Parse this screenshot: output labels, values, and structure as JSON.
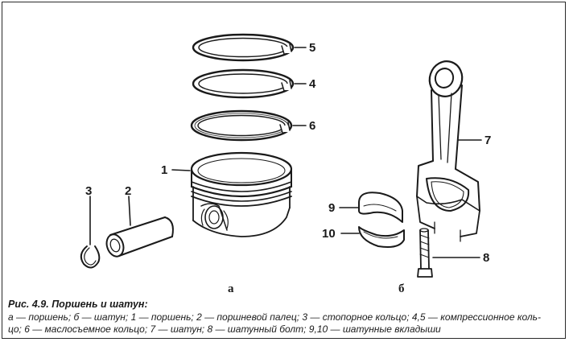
{
  "labels": {
    "ring_top": "5",
    "ring_mid": "4",
    "ring_oil": "6",
    "piston": "1",
    "snap_ring": "3",
    "pin": "2",
    "rod": "7",
    "bearing_top": "9",
    "bearing_bottom": "10",
    "bolt": "8",
    "sub_a": "а",
    "sub_b": "б"
  },
  "caption": {
    "title": "Рис. 4.9. Поршень и шатун:",
    "line1": "а — поршень; б — шатун; 1 — поршень; 2 — поршневой палец; 3 — стопорное кольцо; 4,5 — компрессионное коль-",
    "line2": "цо; 6 — маслосъемное кольцо; 7 — шатун; 8 — шатунный болт; 9,10 — шатунные вкладыши"
  }
}
